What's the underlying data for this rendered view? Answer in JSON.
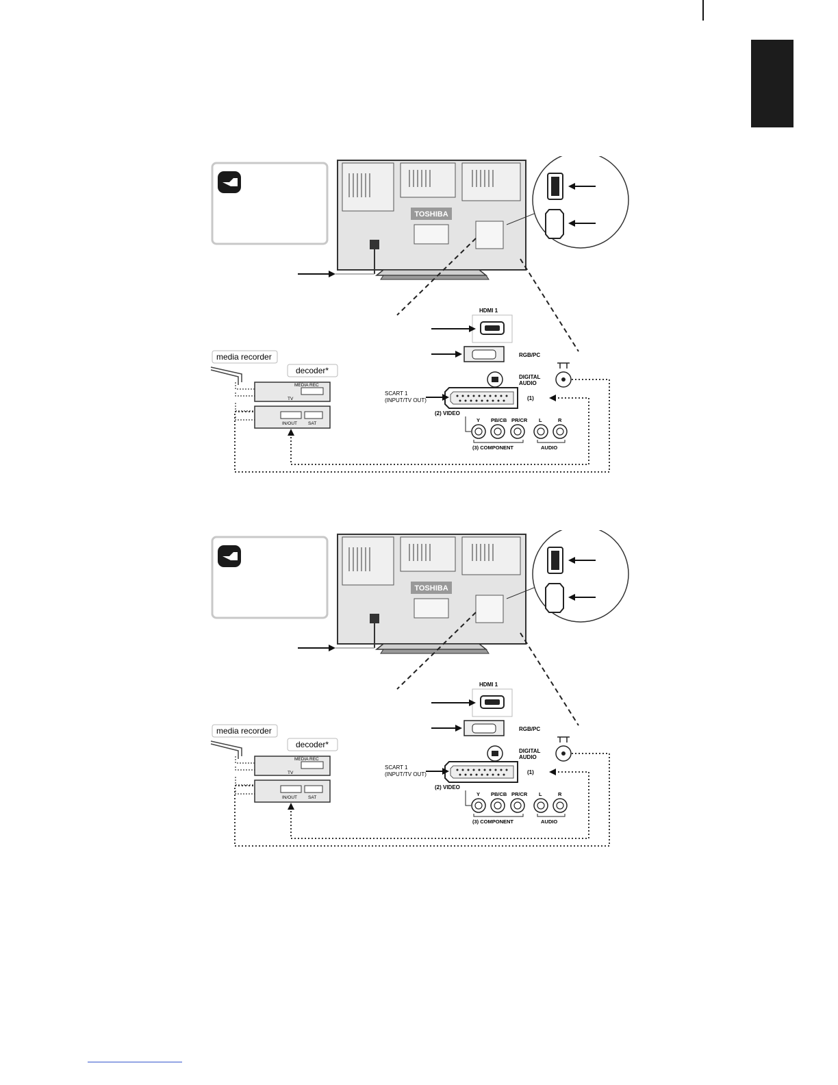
{
  "diagrams": [
    {
      "brand": "TOSHIBA",
      "device_label": "media recorder",
      "decoder_label": "decoder*",
      "recorder_socket_1": "MEDIA REC",
      "recorder_socket_2": "TV",
      "decoder_socket_1": "IN/OUT",
      "decoder_socket_2": "SAT",
      "hdmi1": "HDMI 1",
      "rgbpc": "RGB/PC",
      "digital_audio_1": "DIGITAL",
      "digital_audio_2": "AUDIO",
      "scart_1": "SCART 1",
      "scart_2": "(INPUT/TV OUT)",
      "scart_num": "(1)",
      "video": "(2) VIDEO",
      "y": "Y",
      "pb": "PB/CB",
      "pr": "PR/CR",
      "l": "L",
      "r": "R",
      "component": "(3) COMPONENT",
      "audio": "AUDIO"
    },
    {
      "brand": "TOSHIBA",
      "device_label": "media recorder",
      "decoder_label": "decoder*",
      "recorder_socket_1": "MEDIA REC",
      "recorder_socket_2": "TV",
      "decoder_socket_1": "IN/OUT",
      "decoder_socket_2": "SAT",
      "hdmi1": "HDMI 1",
      "rgbpc": "RGB/PC",
      "digital_audio_1": "DIGITAL",
      "digital_audio_2": "AUDIO",
      "scart_1": "SCART 1",
      "scart_2": "(INPUT/TV OUT)",
      "scart_num": "(1)",
      "video": "(2) VIDEO",
      "y": "Y",
      "pb": "PB/CB",
      "pr": "PR/CR",
      "l": "L",
      "r": "R",
      "component": "(3) COMPONENT",
      "audio": "AUDIO"
    }
  ]
}
